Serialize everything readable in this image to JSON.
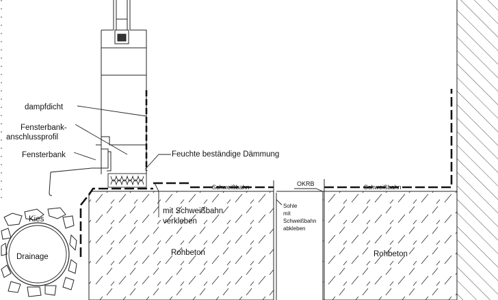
{
  "labels": {
    "dampfdicht": "dampfdicht",
    "anschlussprofil_1": "Fensterbank-",
    "anschlussprofil_2": "anschlussprofil",
    "fensterbank": "Fensterbank",
    "daemmung": "Feuchte beständige Dämmung",
    "schweissbahn_left": "Schweißbahn",
    "schweissbahn_right": "Schweißbahn",
    "okrb": "OKRB",
    "verkleben_1": "mit Schweißbahn",
    "verkleben_2": "verkleben",
    "sohle_1": "Sohle",
    "sohle_2": "mit",
    "sohle_3": "Schweißbahn",
    "sohle_4": "abkleben",
    "kies": "Kies",
    "drainage": "Drainage",
    "rohbeton_left": "Rohbeton",
    "rohbeton_right": "Rohbeton"
  },
  "colors": {
    "line": "#222222",
    "background": "#ffffff",
    "membrane": "#111111"
  }
}
